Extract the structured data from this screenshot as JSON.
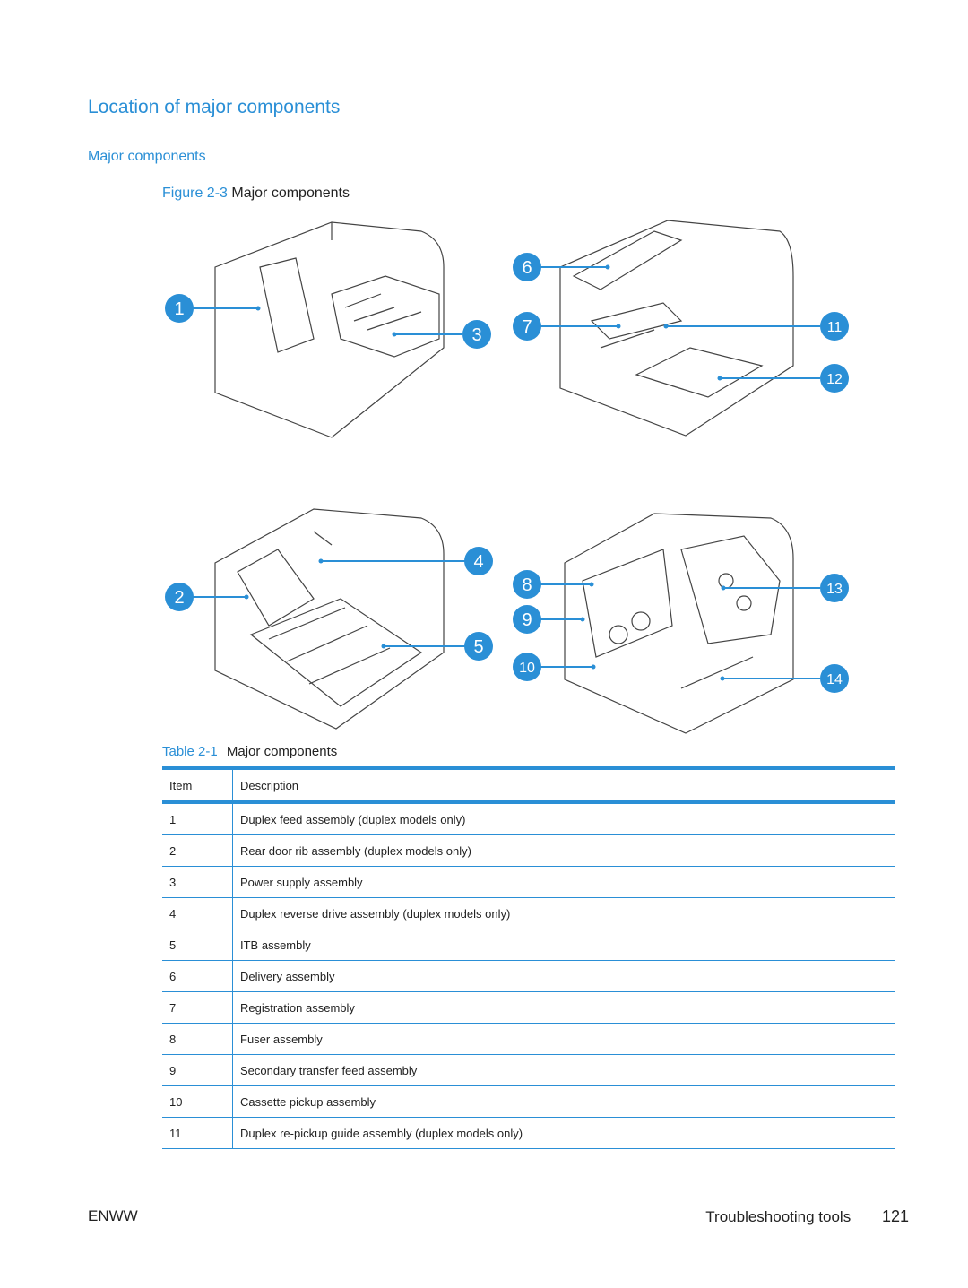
{
  "heading": "Location of major components",
  "subheading": "Major components",
  "figure": {
    "label": "Figure 2-3",
    "title": "Major components",
    "callouts": [
      "1",
      "2",
      "3",
      "4",
      "5",
      "6",
      "7",
      "8",
      "9",
      "10",
      "11",
      "12",
      "13",
      "14"
    ]
  },
  "table": {
    "label": "Table 2-1",
    "title": "Major components",
    "headers": {
      "item": "Item",
      "description": "Description"
    },
    "rows": [
      {
        "item": "1",
        "description": "Duplex feed assembly (duplex models only)"
      },
      {
        "item": "2",
        "description": "Rear door rib assembly (duplex models only)"
      },
      {
        "item": "3",
        "description": "Power supply assembly"
      },
      {
        "item": "4",
        "description": "Duplex reverse drive assembly (duplex models only)"
      },
      {
        "item": "5",
        "description": "ITB assembly"
      },
      {
        "item": "6",
        "description": "Delivery assembly"
      },
      {
        "item": "7",
        "description": "Registration assembly"
      },
      {
        "item": "8",
        "description": "Fuser assembly"
      },
      {
        "item": "9",
        "description": "Secondary transfer feed assembly"
      },
      {
        "item": "10",
        "description": "Cassette pickup assembly"
      },
      {
        "item": "11",
        "description": "Duplex re-pickup guide assembly (duplex models only)"
      }
    ]
  },
  "footer": {
    "left": "ENWW",
    "section": "Troubleshooting tools",
    "page": "121"
  },
  "colors": {
    "accent": "#2a8fd6"
  }
}
